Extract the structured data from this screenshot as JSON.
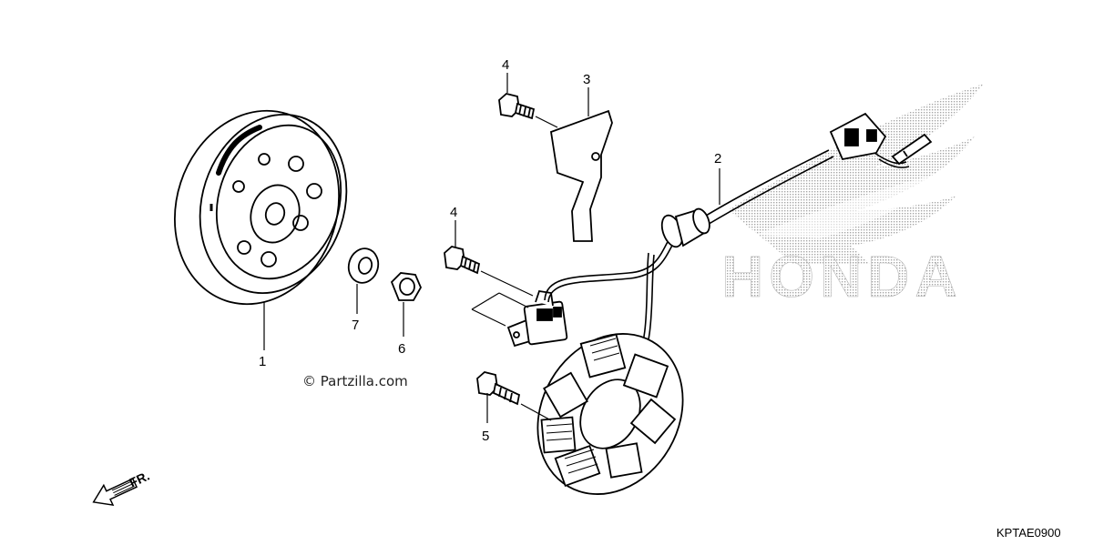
{
  "brand": {
    "name": "HONDA",
    "color": "#9a9a9a"
  },
  "watermark": "© Partzilla.com",
  "diagram_code": "KPTAE0900",
  "front_indicator": "FR.",
  "callouts": [
    {
      "id": "c1",
      "label": "1"
    },
    {
      "id": "c2",
      "label": "2"
    },
    {
      "id": "c3",
      "label": "3"
    },
    {
      "id": "c4a",
      "label": "4"
    },
    {
      "id": "c4b",
      "label": "4"
    },
    {
      "id": "c5",
      "label": "5"
    },
    {
      "id": "c6",
      "label": "6"
    },
    {
      "id": "c7",
      "label": "7"
    }
  ]
}
